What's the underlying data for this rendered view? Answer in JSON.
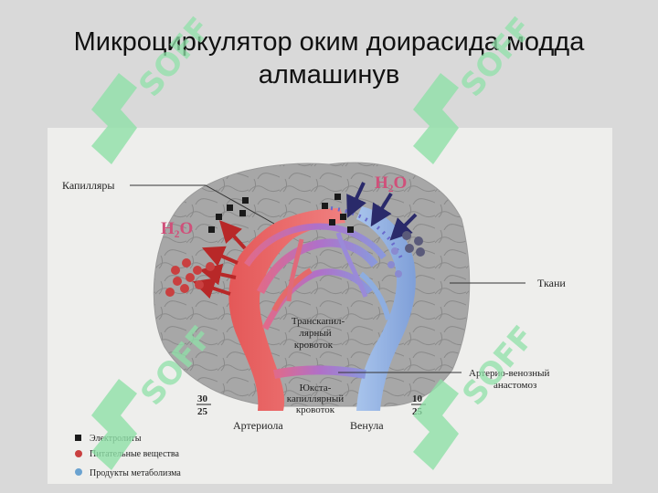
{
  "title": {
    "line1": "Микроциркулятор оким доирасида модда",
    "line2": "алмашинув"
  },
  "diagram": {
    "capillaries": "Капилляры",
    "tissues": "Ткани",
    "h2o_left": "H₂O",
    "h2o_right": "H₂O",
    "trans_flow": [
      "Транскапил-",
      "лярный",
      "кровоток"
    ],
    "juxta_flow": [
      "Юкста-",
      "капиллярный",
      "кровоток"
    ],
    "av_anastomosis": [
      "Артерио-венозный",
      "анастомоз"
    ],
    "arteriole": "Артериола",
    "venule": "Венула",
    "frac_left": {
      "num": "30",
      "den": "25"
    },
    "frac_right": {
      "num": "10",
      "den": "25"
    }
  },
  "legend": [
    {
      "label": "Электролиты",
      "color": "#1a1a1a",
      "shape": "square"
    },
    {
      "label": "Питательные вещества",
      "color": "#c94040",
      "shape": "circle"
    },
    {
      "label": "Продукты метаболизма",
      "color": "#6aa2d0",
      "shape": "circle"
    }
  ],
  "colors": {
    "arterial": "#e86a6a",
    "venous": "#8eaee0",
    "mixed": "#b06ac0",
    "tissue": "#a5a5a5",
    "h2o": "#d0507a",
    "watermark": "#8fe0a8"
  },
  "watermark": "SOFF"
}
